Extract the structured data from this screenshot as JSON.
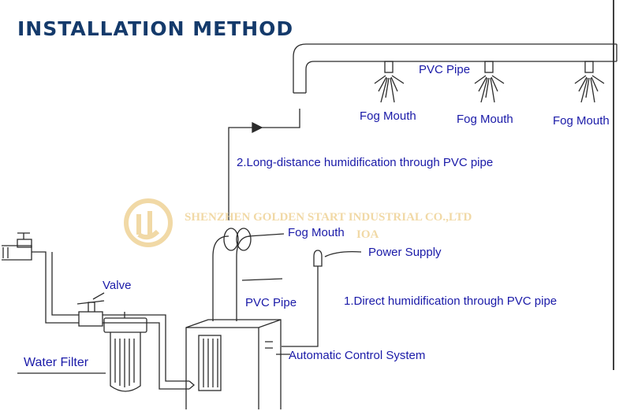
{
  "title": "INSTALLATION METHOD",
  "labels": {
    "pvc_pipe_top": "PVC Pipe",
    "fog_mouth": "Fog Mouth",
    "long_distance": "2.Long-distance humidification through PVC pipe",
    "fog_mouth_unit": "Fog Mouth",
    "power_supply": "Power Supply",
    "valve": "Valve",
    "pvc_pipe_unit": "PVC Pipe",
    "direct": "1.Direct humidification through PVC pipe",
    "water_filter": "Water Filter",
    "control_system": "Automatic Control System"
  },
  "watermark": {
    "company": "SHENZHEN GOLDEN START INDUSTRIAL CO.,LTD",
    "suffix": "IOA"
  },
  "colors": {
    "title": "#143a6b",
    "label": "#1a1aa8",
    "line": "#2b2b2b",
    "watermark": "#f1d9a6"
  }
}
